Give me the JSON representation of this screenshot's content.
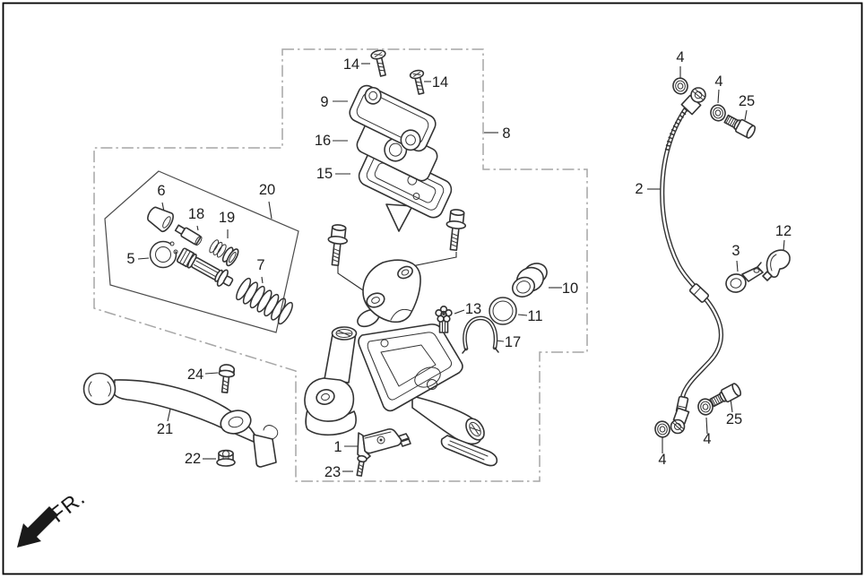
{
  "figure": {
    "direction_indicator": "FR.",
    "colors": {
      "background": "#ffffff",
      "border": "#000000",
      "part_line": "#333333",
      "assembly_chain_line": "#a6a6a6",
      "label_text": "#1f1f1f"
    },
    "callouts": [
      {
        "ref": "14"
      },
      {
        "ref": "14"
      },
      {
        "ref": "9"
      },
      {
        "ref": "16"
      },
      {
        "ref": "15"
      },
      {
        "ref": "8"
      },
      {
        "ref": "20"
      },
      {
        "ref": "6"
      },
      {
        "ref": "18"
      },
      {
        "ref": "19"
      },
      {
        "ref": "5"
      },
      {
        "ref": "7"
      },
      {
        "ref": "10"
      },
      {
        "ref": "11"
      },
      {
        "ref": "13"
      },
      {
        "ref": "17"
      },
      {
        "ref": "24"
      },
      {
        "ref": "21"
      },
      {
        "ref": "22"
      },
      {
        "ref": "1"
      },
      {
        "ref": "23"
      },
      {
        "ref": "2"
      },
      {
        "ref": "4"
      },
      {
        "ref": "4"
      },
      {
        "ref": "25"
      },
      {
        "ref": "3"
      },
      {
        "ref": "12"
      },
      {
        "ref": "25"
      },
      {
        "ref": "4"
      },
      {
        "ref": "4"
      }
    ]
  }
}
